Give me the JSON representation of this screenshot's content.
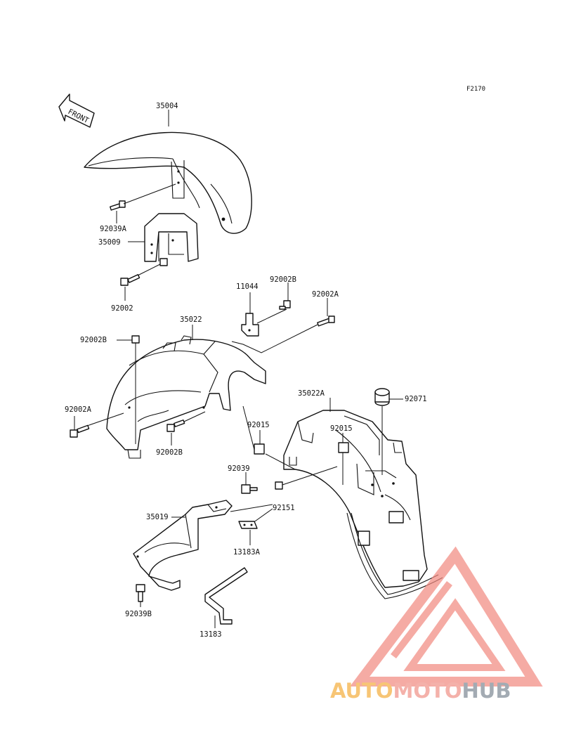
{
  "diagram_code": "F2170",
  "front_label": "FRONT",
  "parts": {
    "p35004": "35004",
    "p92039A": "92039A",
    "p35009": "35009",
    "p92002": "92002",
    "p11044": "11044",
    "p92002B_top": "92002B",
    "p92002A_top": "92002A",
    "p35022": "35022",
    "p92002B_left": "92002B",
    "p92002A_left": "92002A",
    "p92002B_mid": "92002B",
    "p35022A": "35022A",
    "p92071": "92071",
    "p92015_a": "92015",
    "p92015_b": "92015",
    "p92039": "92039",
    "p92151": "92151",
    "p35019": "35019",
    "p13183A": "13183A",
    "p92039B": "92039B",
    "p13183": "13183"
  },
  "watermark": {
    "auto": "AUTO",
    "moto": "MOTO",
    "hub": "HUB",
    "color_auto": "#f5b041",
    "color_moto": "#f1948a",
    "color_hub": "#808b96",
    "color_triangle": "#f28b82"
  }
}
